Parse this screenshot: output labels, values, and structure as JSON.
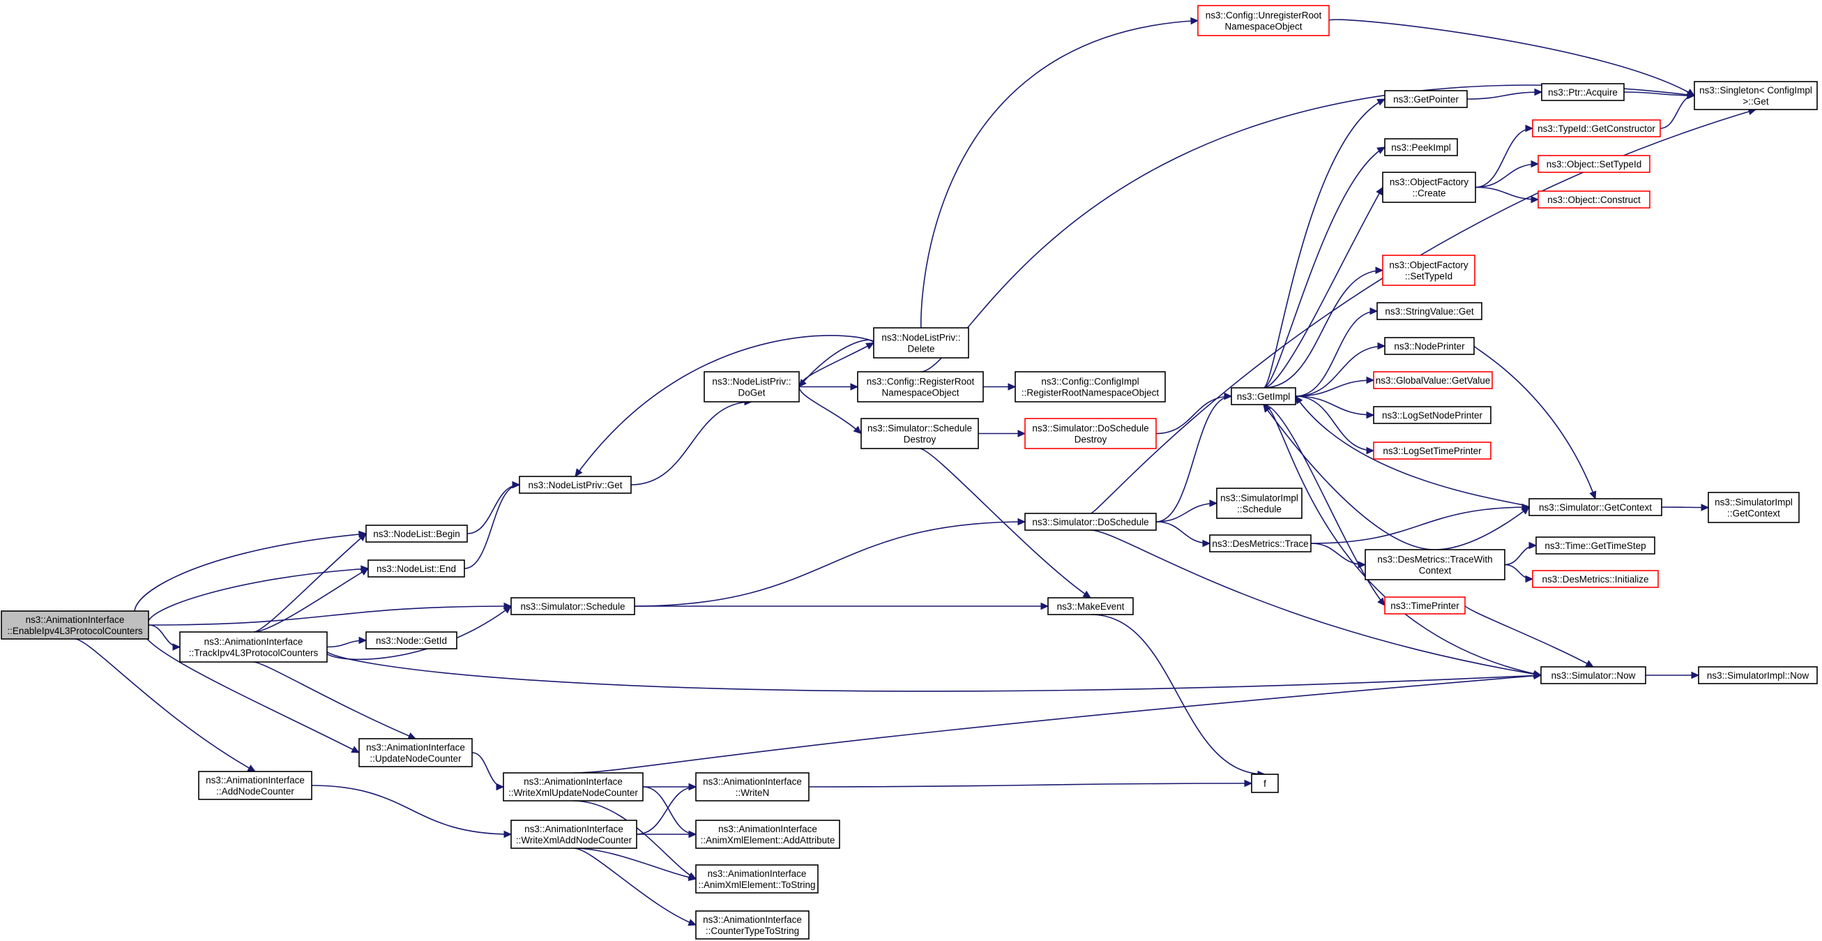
{
  "graph": {
    "node_color": "#ffffff",
    "border_color": "#000000",
    "truncated_border_color": "#ff0000",
    "root_fill_color": "#bfbfbf",
    "edge_color": "#191970",
    "nodes": [
      {
        "id": "root",
        "lines": [
          "ns3::AnimationInterface",
          "::EnableIpv4L3ProtocolCounters"
        ],
        "style": "root"
      },
      {
        "id": "nlBegin",
        "lines": [
          "ns3::NodeList::Begin"
        ]
      },
      {
        "id": "nlEnd",
        "lines": [
          "ns3::NodeList::End"
        ]
      },
      {
        "id": "simSchedule",
        "lines": [
          "ns3::Simulator::Schedule"
        ]
      },
      {
        "id": "track",
        "lines": [
          "ns3::AnimationInterface",
          "::TrackIpv4L3ProtocolCounters"
        ]
      },
      {
        "id": "addNodeCounter",
        "lines": [
          "ns3::AnimationInterface",
          "::AddNodeCounter"
        ]
      },
      {
        "id": "updateNodeCounter",
        "lines": [
          "ns3::AnimationInterface",
          "::UpdateNodeCounter"
        ]
      },
      {
        "id": "nodeGetId",
        "lines": [
          "ns3::Node::GetId"
        ]
      },
      {
        "id": "nlpGet",
        "lines": [
          "ns3::NodeListPriv::Get"
        ]
      },
      {
        "id": "nlpDoGet",
        "lines": [
          "ns3::NodeListPriv::",
          "DoGet"
        ]
      },
      {
        "id": "nlpDelete",
        "lines": [
          "ns3::NodeListPriv::",
          "Delete"
        ]
      },
      {
        "id": "cfgRegister",
        "lines": [
          "ns3::Config::RegisterRoot",
          "NamespaceObject"
        ]
      },
      {
        "id": "cfgImplRegister",
        "lines": [
          "ns3::Config::ConfigImpl",
          "::RegisterRootNamespaceObject"
        ]
      },
      {
        "id": "cfgUnregister",
        "lines": [
          "ns3::Config::UnregisterRoot",
          "NamespaceObject"
        ],
        "style": "red"
      },
      {
        "id": "scheduleDestroy",
        "lines": [
          "ns3::Simulator::Schedule",
          "Destroy"
        ]
      },
      {
        "id": "doScheduleDestroy",
        "lines": [
          "ns3::Simulator::DoSchedule",
          "Destroy"
        ],
        "style": "red"
      },
      {
        "id": "doSchedule",
        "lines": [
          "ns3::Simulator::DoSchedule"
        ]
      },
      {
        "id": "makeEvent",
        "lines": [
          "ns3::MakeEvent"
        ]
      },
      {
        "id": "writeXmlUpdate",
        "lines": [
          "ns3::AnimationInterface",
          "::WriteXmlUpdateNodeCounter"
        ]
      },
      {
        "id": "writeXmlAdd",
        "lines": [
          "ns3::AnimationInterface",
          "::WriteXmlAddNodeCounter"
        ]
      },
      {
        "id": "writeN",
        "lines": [
          "ns3::AnimationInterface",
          "::WriteN"
        ]
      },
      {
        "id": "addAttribute",
        "lines": [
          "ns3::AnimationInterface",
          "::AnimXmlElement::AddAttribute"
        ]
      },
      {
        "id": "toString",
        "lines": [
          "ns3::AnimationInterface",
          "::AnimXmlElement::ToString"
        ]
      },
      {
        "id": "counterTypeToString",
        "lines": [
          "ns3::AnimationInterface",
          "::CounterTypeToString"
        ]
      },
      {
        "id": "f",
        "lines": [
          "f"
        ]
      },
      {
        "id": "simImplSchedule",
        "lines": [
          "ns3::SimulatorImpl",
          "::Schedule"
        ]
      },
      {
        "id": "desTrace",
        "lines": [
          "ns3::DesMetrics::Trace"
        ]
      },
      {
        "id": "getImpl",
        "lines": [
          "ns3::GetImpl"
        ]
      },
      {
        "id": "getPointer",
        "lines": [
          "ns3::GetPointer"
        ]
      },
      {
        "id": "ptrAcquire",
        "lines": [
          "ns3::Ptr::Acquire"
        ]
      },
      {
        "id": "singletonGet",
        "lines": [
          "ns3::Singleton< ConfigImpl",
          " >::Get"
        ]
      },
      {
        "id": "peekImpl",
        "lines": [
          "ns3::PeekImpl"
        ]
      },
      {
        "id": "ofCreate",
        "lines": [
          "ns3::ObjectFactory",
          "::Create"
        ]
      },
      {
        "id": "typeIdGetConstructor",
        "lines": [
          "ns3::TypeId::GetConstructor"
        ],
        "style": "red"
      },
      {
        "id": "objSetTypeId",
        "lines": [
          "ns3::Object::SetTypeId"
        ],
        "style": "red"
      },
      {
        "id": "objConstruct",
        "lines": [
          "ns3::Object::Construct"
        ],
        "style": "red"
      },
      {
        "id": "ofSetTypeId",
        "lines": [
          "ns3::ObjectFactory",
          "::SetTypeId"
        ],
        "style": "red"
      },
      {
        "id": "stringValueGet",
        "lines": [
          "ns3::StringValue::Get"
        ]
      },
      {
        "id": "nodePrinter",
        "lines": [
          "ns3::NodePrinter"
        ]
      },
      {
        "id": "gvGetValue",
        "lines": [
          "ns3::GlobalValue::GetValue"
        ],
        "style": "red"
      },
      {
        "id": "logSetNodePrinter",
        "lines": [
          "ns3::LogSetNodePrinter"
        ]
      },
      {
        "id": "logSetTimePrinter",
        "lines": [
          "ns3::LogSetTimePrinter"
        ],
        "style": "red"
      },
      {
        "id": "simGetContext",
        "lines": [
          "ns3::Simulator::GetContext"
        ]
      },
      {
        "id": "simImplGetContext",
        "lines": [
          "ns3::SimulatorImpl",
          "::GetContext"
        ]
      },
      {
        "id": "desTraceWithContext",
        "lines": [
          "ns3::DesMetrics::TraceWith",
          "Context"
        ]
      },
      {
        "id": "timeGetTimeStep",
        "lines": [
          "ns3::Time::GetTimeStep"
        ]
      },
      {
        "id": "desInitialize",
        "lines": [
          "ns3::DesMetrics::Initialize"
        ],
        "style": "red"
      },
      {
        "id": "timePrinter",
        "lines": [
          "ns3::TimePrinter"
        ],
        "style": "red"
      },
      {
        "id": "simNow",
        "lines": [
          "ns3::Simulator::Now"
        ]
      },
      {
        "id": "simImplNow",
        "lines": [
          "ns3::SimulatorImpl::Now"
        ]
      }
    ]
  }
}
